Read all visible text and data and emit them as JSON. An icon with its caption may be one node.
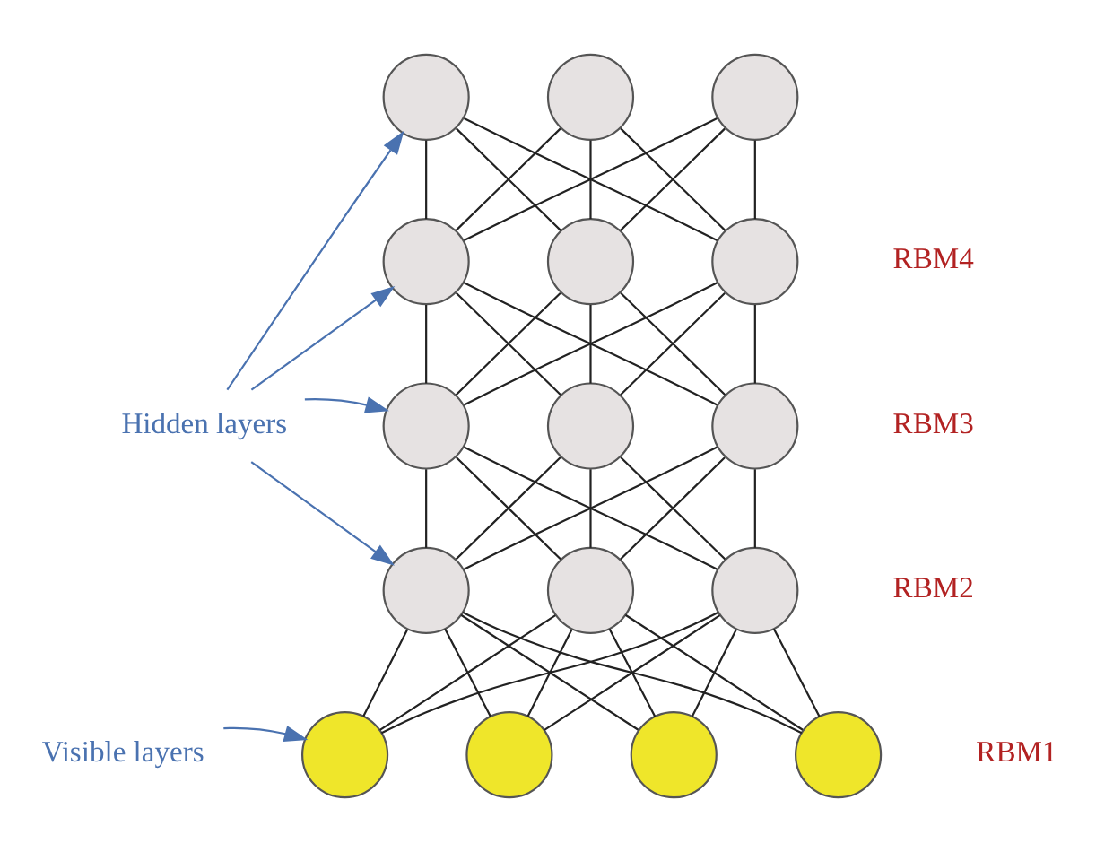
{
  "diagram": {
    "nodes": [
      {
        "text": [],
        "shape": "circle"
      },
      {
        "text": [],
        "shape": "circle"
      },
      {
        "text": [],
        "shape": "circle"
      },
      {
        "text": [],
        "shape": "circle"
      },
      {
        "text": [],
        "shape": "circle"
      },
      {
        "text": [],
        "shape": "circle"
      },
      {
        "text": [
          "Hidden layers"
        ]
      },
      {
        "text": [],
        "shape": "circle"
      },
      {
        "text": [],
        "shape": "circle"
      },
      {
        "text": [],
        "shape": "circle"
      },
      {
        "text": [],
        "shape": "circle"
      },
      {
        "text": [],
        "shape": "circle"
      },
      {
        "text": [],
        "shape": "circle"
      },
      {
        "text": [
          "Visible layers"
        ]
      },
      {
        "text": [],
        "shape": "circle"
      },
      {
        "text": [],
        "shape": "circle"
      },
      {
        "text": [],
        "shape": "circle"
      },
      {
        "text": [],
        "shape": "circle"
      }
    ],
    "edges": [
      {
        "from": 0,
        "to": 3,
        "arrow": "none"
      },
      {
        "from": 0,
        "to": 4,
        "arrow": "none"
      },
      {
        "from": 0,
        "to": 5,
        "arrow": "none"
      },
      {
        "from": 1,
        "to": 3,
        "arrow": "none"
      },
      {
        "from": 1,
        "to": 4,
        "arrow": "none"
      },
      {
        "from": 1,
        "to": 5,
        "arrow": "none"
      },
      {
        "from": 2,
        "to": 3,
        "arrow": "none"
      },
      {
        "from": 2,
        "to": 4,
        "arrow": "none"
      },
      {
        "from": 2,
        "to": 5,
        "arrow": "none"
      },
      {
        "from": 3,
        "to": 7,
        "arrow": "none"
      },
      {
        "from": 3,
        "to": 8,
        "arrow": "none"
      },
      {
        "from": 3,
        "to": 9,
        "arrow": "none"
      },
      {
        "from": 4,
        "to": 7,
        "arrow": "none"
      },
      {
        "from": 4,
        "to": 8,
        "arrow": "none"
      },
      {
        "from": 4,
        "to": 9,
        "arrow": "none"
      },
      {
        "from": 5,
        "to": 7,
        "arrow": "none"
      },
      {
        "from": 5,
        "to": 8,
        "arrow": "none"
      },
      {
        "from": 5,
        "to": 9,
        "arrow": "none"
      },
      {
        "from": 7,
        "to": 10,
        "arrow": "none"
      },
      {
        "from": 7,
        "to": 11,
        "arrow": "none"
      },
      {
        "from": 7,
        "to": 12,
        "arrow": "none"
      },
      {
        "from": 8,
        "to": 10,
        "arrow": "none"
      },
      {
        "from": 8,
        "to": 11,
        "arrow": "none"
      },
      {
        "from": 8,
        "to": 12,
        "arrow": "none"
      },
      {
        "from": 9,
        "to": 10,
        "arrow": "none"
      },
      {
        "from": 9,
        "to": 11,
        "arrow": "none"
      },
      {
        "from": 9,
        "to": 12,
        "arrow": "none"
      },
      {
        "from": 10,
        "to": 14,
        "arrow": "none"
      },
      {
        "from": 10,
        "to": 15,
        "arrow": "none"
      },
      {
        "from": 10,
        "to": 16,
        "arrow": "none"
      },
      {
        "from": 10,
        "to": 17,
        "arrow": "none"
      },
      {
        "from": 11,
        "to": 14,
        "arrow": "none"
      },
      {
        "from": 11,
        "to": 15,
        "arrow": "none"
      },
      {
        "from": 11,
        "to": 16,
        "arrow": "none"
      },
      {
        "from": 11,
        "to": 17,
        "arrow": "none"
      },
      {
        "from": 12,
        "to": 14,
        "arrow": "none"
      },
      {
        "from": 12,
        "to": 15,
        "arrow": "none"
      },
      {
        "from": 12,
        "to": 16,
        "arrow": "none"
      },
      {
        "from": 12,
        "to": 17,
        "arrow": "none"
      },
      {
        "from": 6,
        "to": 0,
        "arrow": "to",
        "color": "#4a72b0"
      },
      {
        "from": 6,
        "to": 3,
        "arrow": "to",
        "color": "#4a72b0"
      },
      {
        "from": 6,
        "to": 7,
        "arrow": "to",
        "color": "#4a72b0"
      },
      {
        "from": 6,
        "to": 10,
        "arrow": "to",
        "color": "#4a72b0"
      },
      {
        "from": 13,
        "to": 14,
        "arrow": "to",
        "color": "#4a72b0"
      }
    ],
    "labels": [
      "RBM4",
      "RBM3",
      "RBM2",
      "RBM1"
    ]
  }
}
